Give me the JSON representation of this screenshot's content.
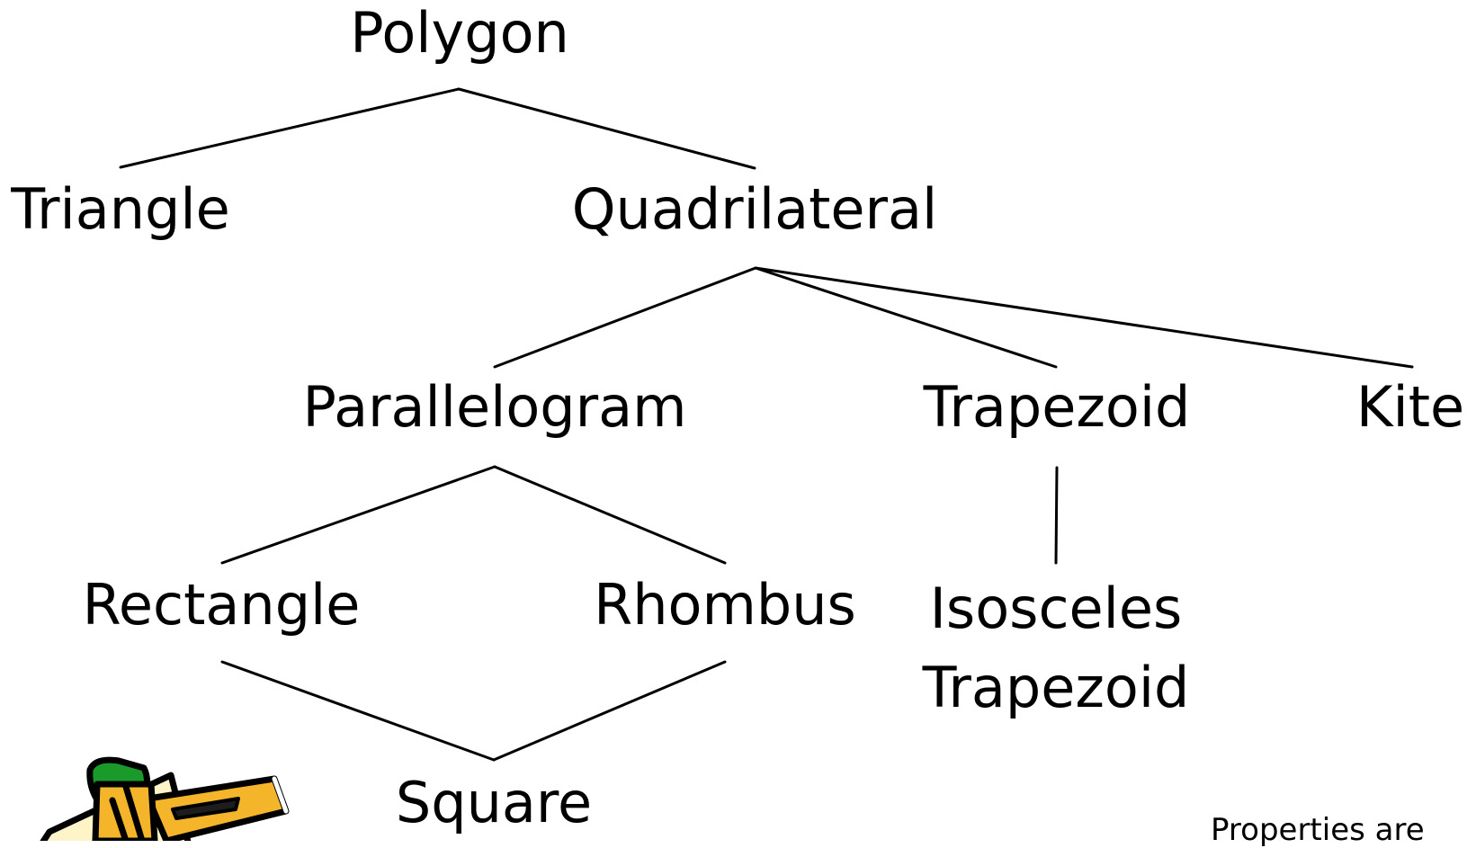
{
  "nodes": {
    "polygon": "Polygon",
    "triangle": "Triangle",
    "quadrilateral": "Quadrilateral",
    "parallelogram": "Parallelogram",
    "trapezoid": "Trapezoid",
    "kite": "Kite",
    "rectangle": "Rectangle",
    "rhombus": "Rhombus",
    "isosceles_line1": "Isosceles",
    "isosceles_line2": "Trapezoid",
    "square": "Square"
  },
  "footer_text": "Properties are",
  "icons": {
    "pencil": "pencil-icon"
  },
  "colors": {
    "line": "#000000",
    "text": "#000000",
    "pencil_body": "#f5b52a",
    "pencil_eraser": "#1a9a2a"
  }
}
